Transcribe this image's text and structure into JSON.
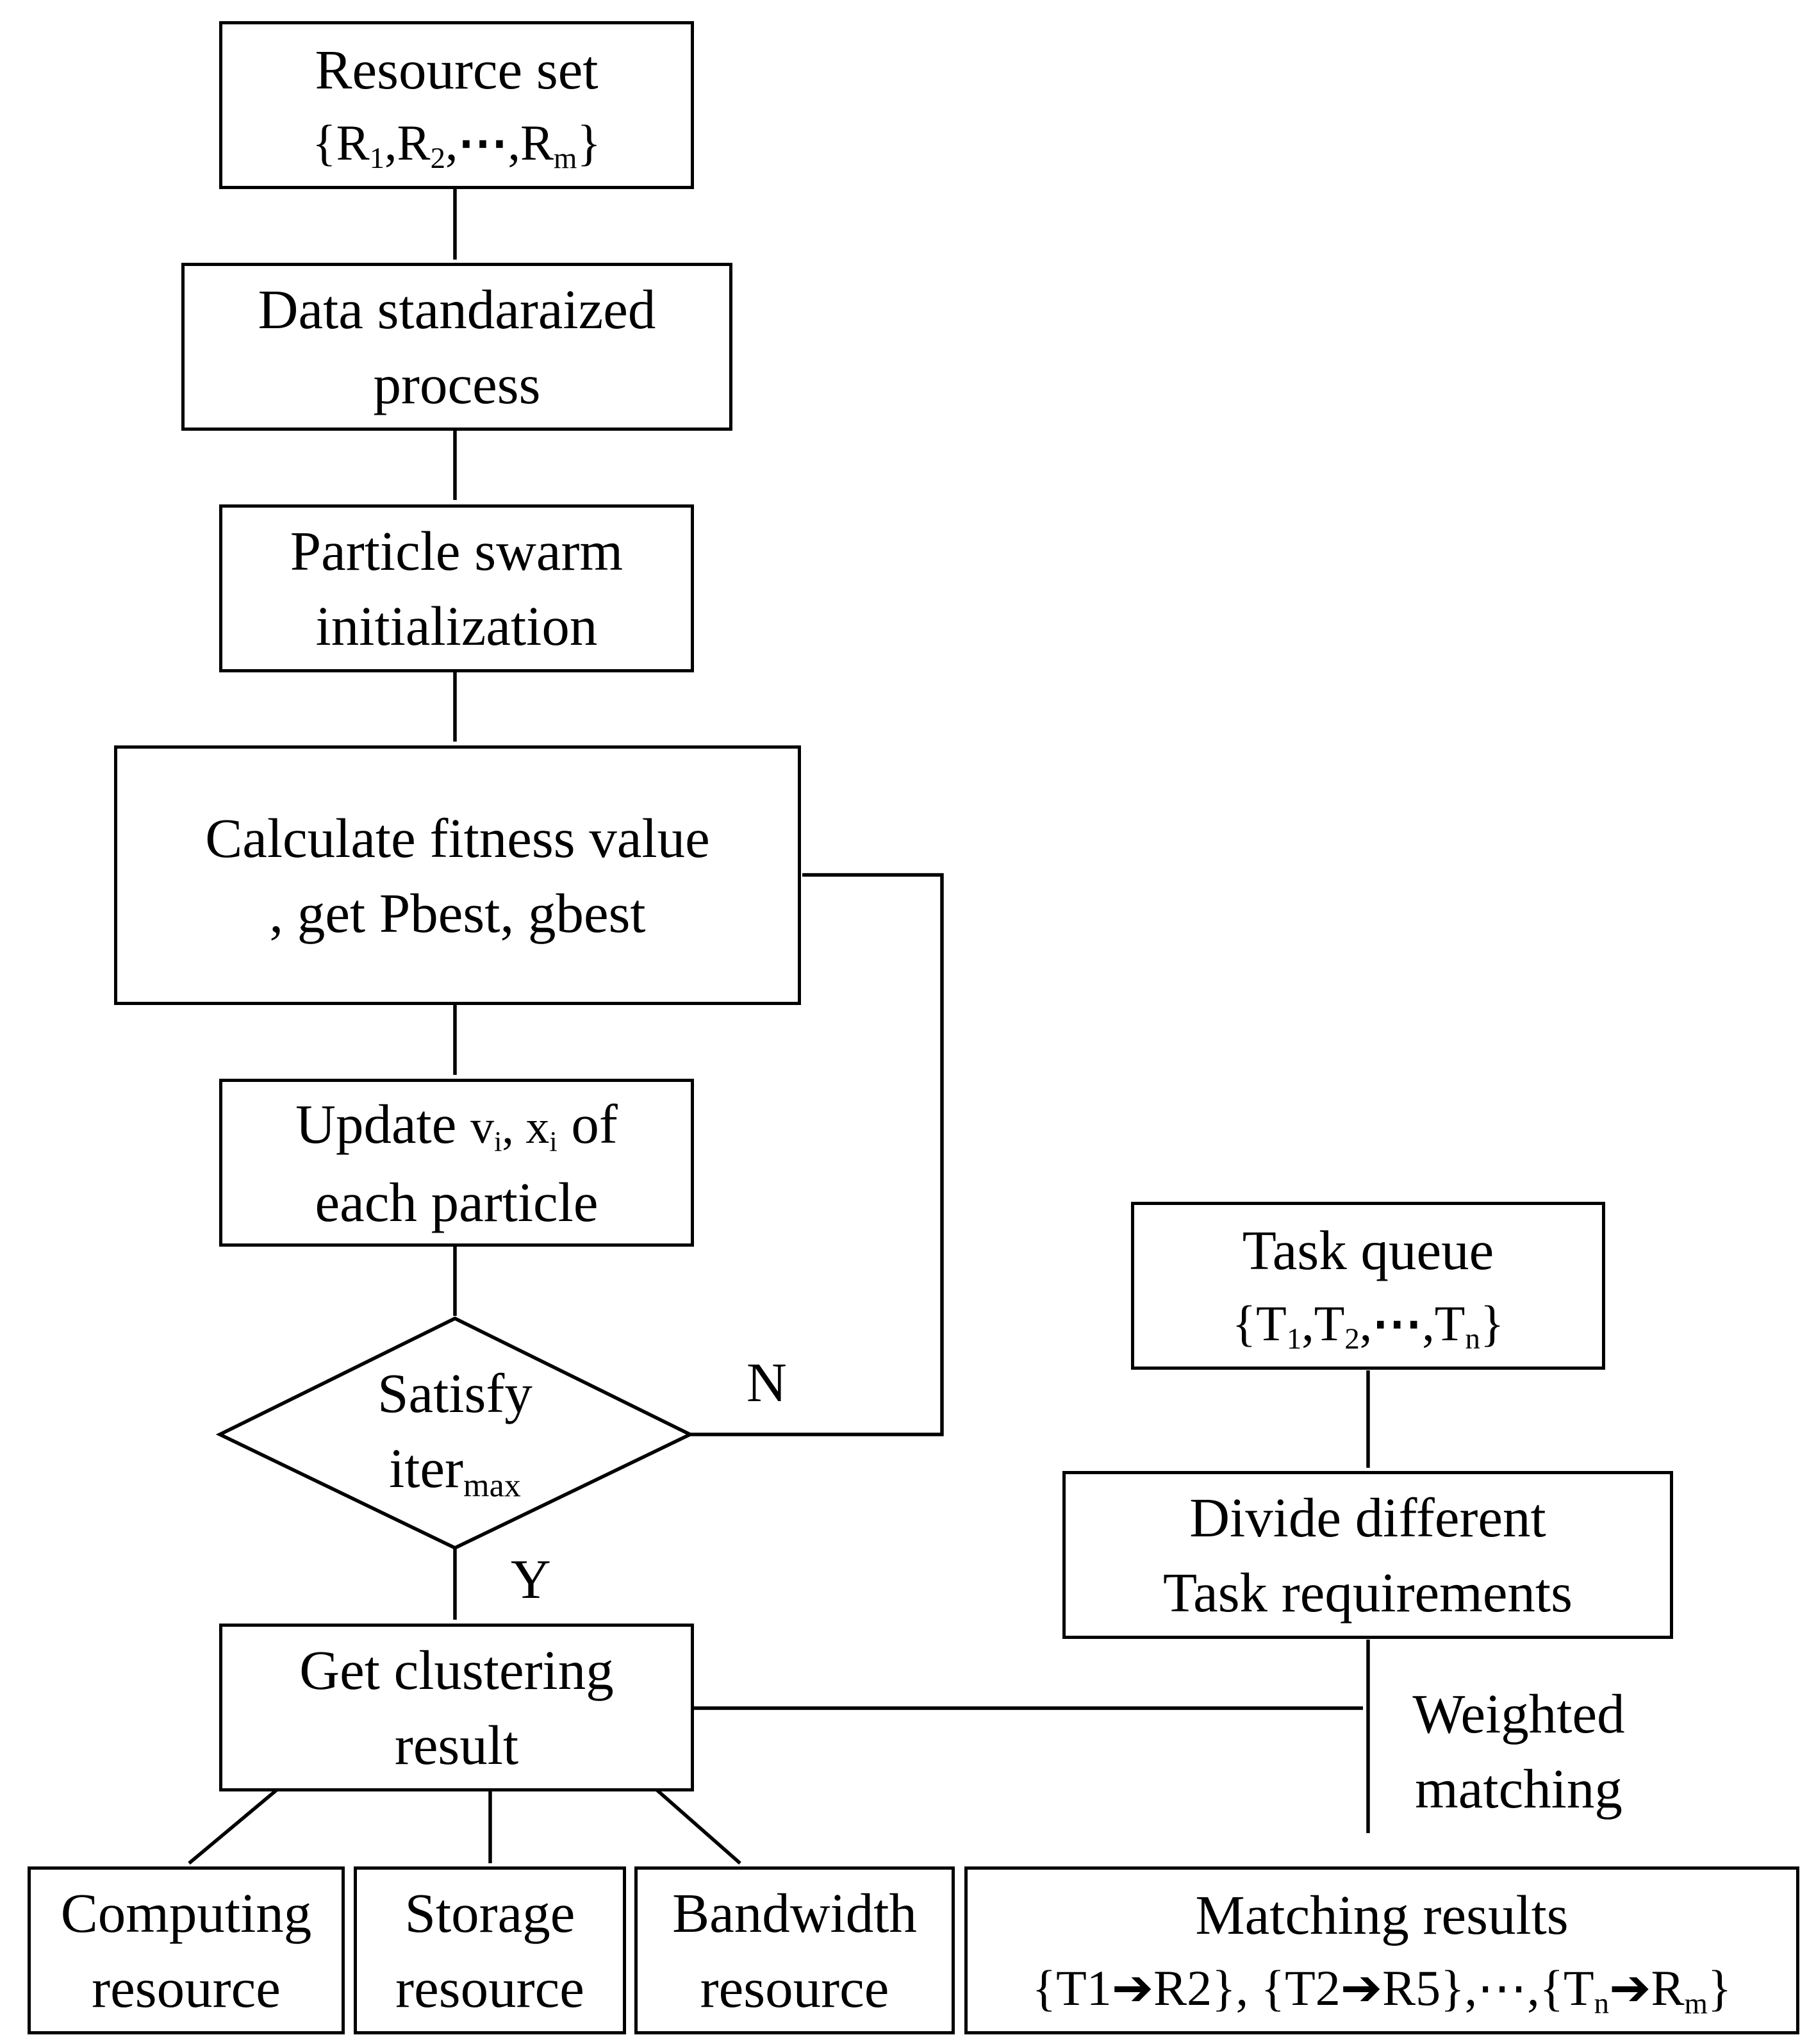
{
  "nodes": {
    "resource_set": {
      "title": "Resource set",
      "set": {
        "open": "{",
        "items": [
          {
            "base": "R",
            "sub": "1",
            "sep": ","
          },
          {
            "base": "R",
            "sub": "2",
            "sep": ","
          },
          {
            "base": "⋯",
            "sub": "",
            "sep": ","
          },
          {
            "base": "R",
            "sub": "m",
            "sep": ""
          }
        ],
        "close": "}"
      }
    },
    "data_standardized": {
      "line1": "Data standaraized",
      "line2": "process"
    },
    "pso_init": {
      "line1": "Particle swarm",
      "line2": "initialization"
    },
    "calc_fitness": {
      "line1": "Calculate fitness value",
      "line2": ", get Pbest, gbest"
    },
    "update_vx": {
      "line1_pre": "Update ",
      "v": "v",
      "v_sub": "i",
      "comma": ", ",
      "x": "x",
      "x_sub": "i",
      "line1_post": " of",
      "line2": "each particle"
    },
    "satisfy": {
      "line1": "Satisfy",
      "line2_base": "iter",
      "line2_sub": "max"
    },
    "clustering": {
      "line1": "Get clustering",
      "line2": "result"
    },
    "computing": {
      "line1": "Computing",
      "line2": "resource"
    },
    "storage": {
      "line1": "Storage",
      "line2": "resource"
    },
    "bandwidth": {
      "line1": "Bandwidth",
      "line2": "resource"
    },
    "task_queue": {
      "title": "Task queue",
      "set": {
        "open": "{",
        "items": [
          {
            "base": "T",
            "sub": "1",
            "sep": ","
          },
          {
            "base": "T",
            "sub": "2",
            "sep": ","
          },
          {
            "base": "⋯",
            "sub": "",
            "sep": ","
          },
          {
            "base": "T",
            "sub": "n",
            "sep": ""
          }
        ],
        "close": "}"
      }
    },
    "divide": {
      "line1": "Divide different",
      "line2": "Task requirements"
    },
    "matching": {
      "title": "Matching results",
      "results": [
        {
          "open": "{",
          "task": "T1",
          "task_sub": "",
          "arrow": "➔",
          "res": "R2",
          "res_sub": "",
          "close": "}",
          "sep": ", "
        },
        {
          "open": "{",
          "task": "T2",
          "task_sub": "",
          "arrow": "➔",
          "res": "R5",
          "res_sub": "",
          "close": "}",
          "sep": ",⋯,"
        },
        {
          "open": "{",
          "task": "T",
          "task_sub": "n",
          "arrow": "➔",
          "res": "R",
          "res_sub": "m",
          "close": "}",
          "sep": ""
        }
      ]
    }
  },
  "edge_labels": {
    "no": "N",
    "yes": "Y",
    "weighted_line1": "Weighted",
    "weighted_line2": "matching"
  }
}
